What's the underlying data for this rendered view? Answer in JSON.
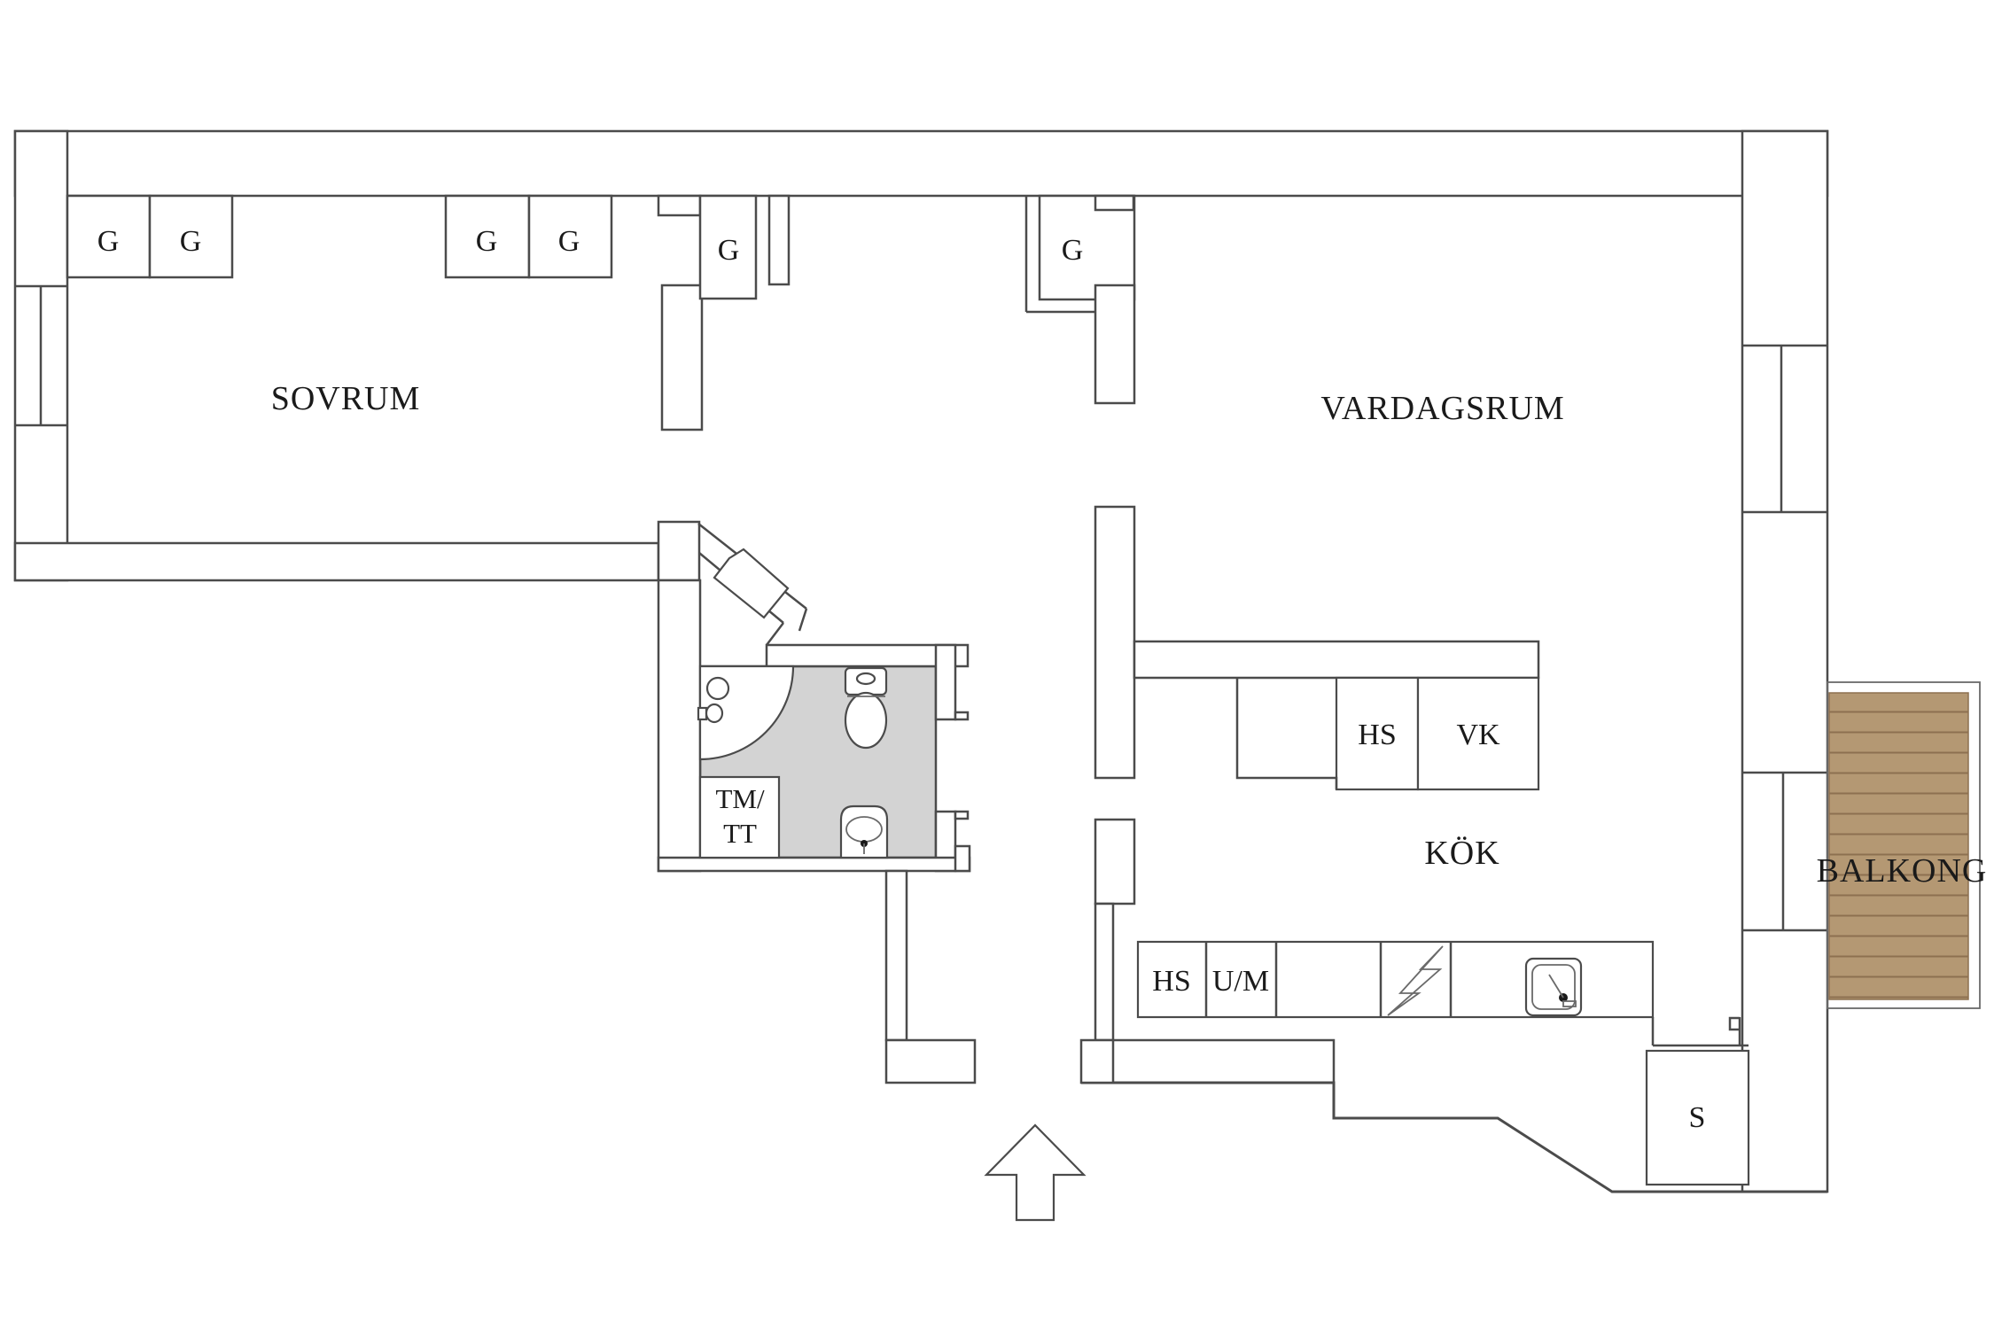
{
  "colors": {
    "line": "#4b4b4b",
    "text": "#1a1a1a",
    "bathroom_fill": "#d3d3d3",
    "wood": "#b49873",
    "wood_grain": "#8d7050",
    "paper": "#ffffff"
  },
  "rooms": {
    "bedroom": "SOVRUM",
    "living_room": "VARDAGSRUM",
    "kitchen": "KÖK",
    "balcony": "BALKONG"
  },
  "wardrobes": [
    {
      "label": "G"
    },
    {
      "label": "G"
    },
    {
      "label": "G"
    },
    {
      "label": "G"
    },
    {
      "label": "G"
    },
    {
      "label": "G"
    }
  ],
  "bathroom": {
    "washer_dryer_line1": "TM/",
    "washer_dryer_line2": "TT"
  },
  "island": {
    "hs": "HS",
    "vk": "VK"
  },
  "counter": {
    "hs": "HS",
    "um": "U/M"
  },
  "storage": {
    "s": "S"
  }
}
